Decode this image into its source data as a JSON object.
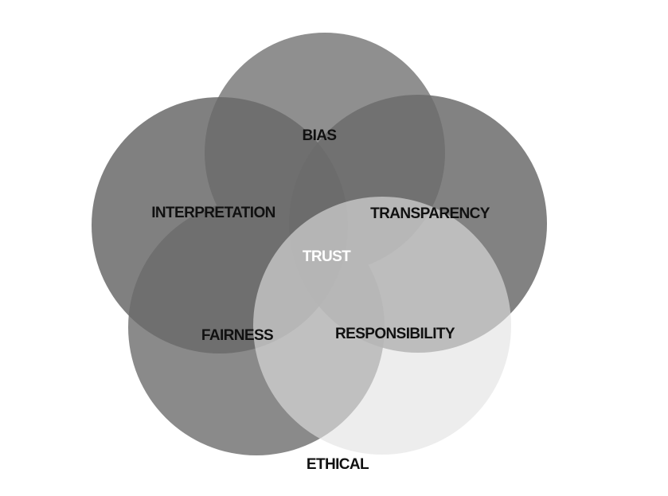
{
  "diagram": {
    "type": "venn",
    "center_label": "TRUST",
    "sets": [
      {
        "label": "BIAS",
        "color": "#8f8f8f"
      },
      {
        "label": "FAIRNESS",
        "color": "#8a8a8a"
      },
      {
        "label": "INTERPRETATION",
        "color": "#767676"
      },
      {
        "label": "TRANSPARENCY",
        "color": "#787878"
      },
      {
        "label": "RESPONSIBILITY",
        "color": "#d6d6d6"
      }
    ],
    "footer_label": "ETHICAL",
    "center_label_color": "#ffffff",
    "text_color": "#111111"
  }
}
